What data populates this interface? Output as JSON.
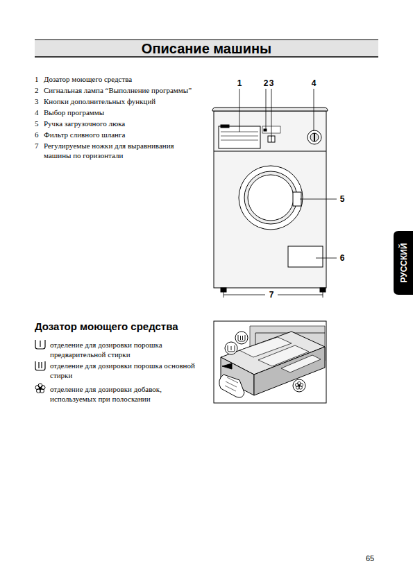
{
  "diagram": {
    "title": "Описание машины",
    "nodes": [
      {
        "text": [
          "РУССКИЙ"
        ]
      }
    ],
    "labels": [
      "1",
      "Дозатор моющего средства",
      "2",
      "Сигнальная лампа “Выполнение программы”",
      "3",
      "Кнопки дополнительных функций",
      "4",
      "Выбор программы",
      "5",
      "Ручка загрузочного люка",
      "6",
      "Фильтр сливного шланга",
      "7",
      "Регулируемые ножки для выравнивания машины по горизонтали",
      "1",
      "2",
      "3",
      "4",
      "5",
      "6",
      "7",
      "Дозатор моющего средства",
      "отделение для дозировки порошка предварительной стирки",
      "отделение для дозировки порошка основной стирки",
      "отделение для дозировки добавок, используемых при полоскании",
      "65"
    ]
  }
}
